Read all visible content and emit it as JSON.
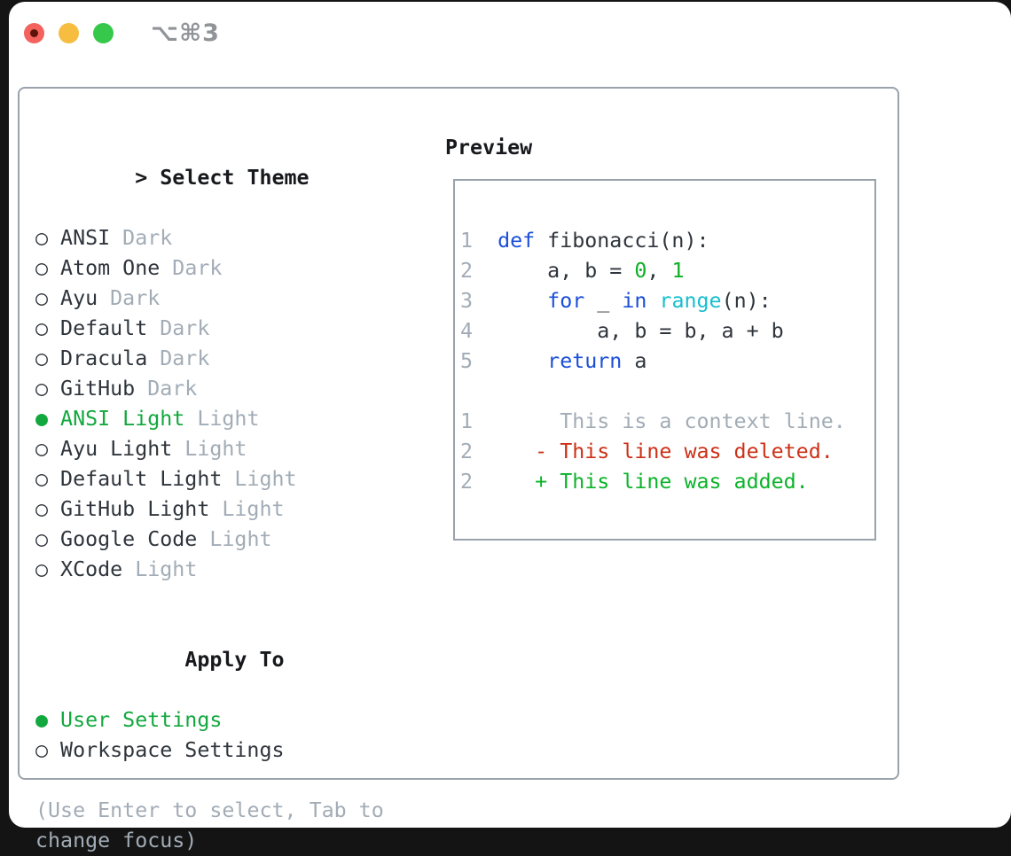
{
  "titlebar": {
    "shortcut_label": "⌥⌘3",
    "traffic_lights": [
      {
        "name": "close",
        "color": "#f3625c",
        "dot": true
      },
      {
        "name": "minimize",
        "color": "#f6bd40",
        "dot": false
      },
      {
        "name": "zoom",
        "color": "#36c84b",
        "dot": false
      }
    ]
  },
  "theme_panel": {
    "header_marker": ">",
    "header_label": "Select Theme",
    "themes": [
      {
        "name": "ANSI",
        "variant": "Dark",
        "selected": false
      },
      {
        "name": "Atom One",
        "variant": "Dark",
        "selected": false
      },
      {
        "name": "Ayu",
        "variant": "Dark",
        "selected": false
      },
      {
        "name": "Default",
        "variant": "Dark",
        "selected": false
      },
      {
        "name": "Dracula",
        "variant": "Dark",
        "selected": false
      },
      {
        "name": "GitHub",
        "variant": "Dark",
        "selected": false
      },
      {
        "name": "ANSI Light",
        "variant": "Light",
        "selected": true
      },
      {
        "name": "Ayu Light",
        "variant": "Light",
        "selected": false
      },
      {
        "name": "Default Light",
        "variant": "Light",
        "selected": false
      },
      {
        "name": "GitHub Light",
        "variant": "Light",
        "selected": false
      },
      {
        "name": "Google Code",
        "variant": "Light",
        "selected": false
      },
      {
        "name": "XCode",
        "variant": "Light",
        "selected": false
      }
    ],
    "marker_selected": "●",
    "marker_unselected": "○",
    "apply_to_label": "Apply To",
    "apply_options": [
      {
        "name": "User Settings",
        "selected": true
      },
      {
        "name": "Workspace Settings",
        "selected": false
      }
    ],
    "help_text": "(Use Enter to select, Tab to change focus)"
  },
  "preview_panel": {
    "title": "Preview",
    "lines": [
      {
        "num": "1",
        "segments": [
          [
            "kw",
            "def"
          ],
          [
            "plain",
            " fibonacci(n):"
          ]
        ]
      },
      {
        "num": "2",
        "segments": [
          [
            "plain",
            "    a, b = "
          ],
          [
            "num",
            "0"
          ],
          [
            "plain",
            ", "
          ],
          [
            "num",
            "1"
          ]
        ]
      },
      {
        "num": "3",
        "segments": [
          [
            "plain",
            "    "
          ],
          [
            "kw",
            "for"
          ],
          [
            "plain",
            " _ "
          ],
          [
            "kw",
            "in"
          ],
          [
            "plain",
            " "
          ],
          [
            "fn",
            "range"
          ],
          [
            "plain",
            "(n):"
          ]
        ]
      },
      {
        "num": "4",
        "segments": [
          [
            "plain",
            "        a, b = b, a + b"
          ]
        ]
      },
      {
        "num": "5",
        "segments": [
          [
            "plain",
            "    "
          ],
          [
            "kw",
            "return"
          ],
          [
            "plain",
            " a"
          ]
        ]
      },
      {
        "num": "",
        "segments": []
      },
      {
        "num": "1",
        "segments": [
          [
            "ctx",
            "     This is a context line."
          ]
        ]
      },
      {
        "num": "2",
        "segments": [
          [
            "del",
            "   - This line was deleted."
          ]
        ]
      },
      {
        "num": "2",
        "segments": [
          [
            "add",
            "   + This line was added."
          ]
        ]
      }
    ]
  },
  "colors": {
    "text_dark": "#2f353c",
    "text_header": "#17191d",
    "text_gray": "#a2acb6",
    "menu_green": "#13a83e",
    "code_keyword": "#1b4fd8",
    "code_function": "#17bece",
    "code_number": "#0daf25",
    "diff_deleted": "#cc3117",
    "diff_added": "#0cb32a",
    "border_gray": "#9aa2ac",
    "shortcut_gray": "#909398"
  }
}
